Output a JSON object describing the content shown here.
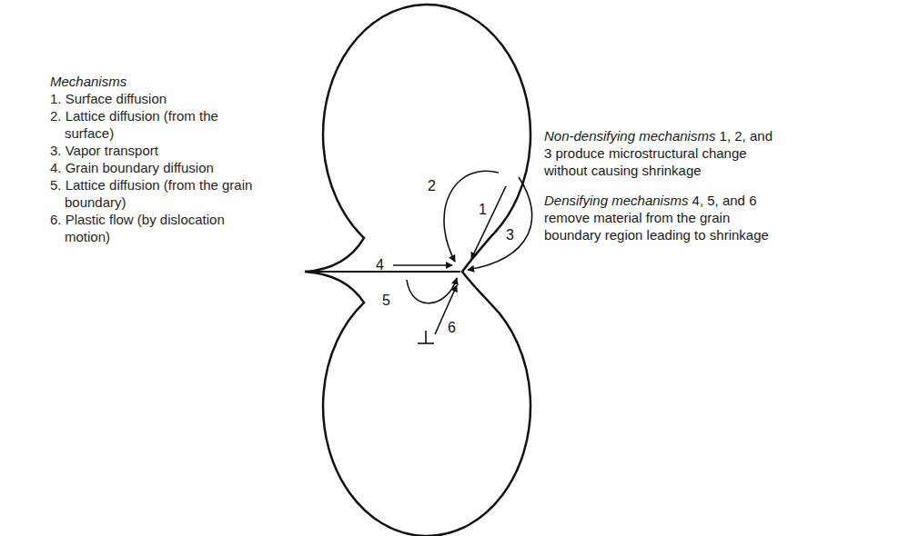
{
  "diagram": {
    "labels": [
      "Mechanisms",
      "1. Surface diffusion",
      "2. Lattice diffusion (from the surface)",
      "3. Vapor transport",
      "4. Grain boundary diffusion",
      "5. Lattice diffusion (from the grain boundary)",
      "6. Plastic flow (by dislocation motion)",
      "Non-densifying mechanisms",
      "1, 2, and 3 produce microstructural change without causing shrinkage",
      "Densifying mechanisms",
      "4, 5, and 6 remove material from the grain boundary region leading to shrinkage",
      "2",
      "4",
      "1",
      "3",
      "5",
      "6"
    ]
  }
}
